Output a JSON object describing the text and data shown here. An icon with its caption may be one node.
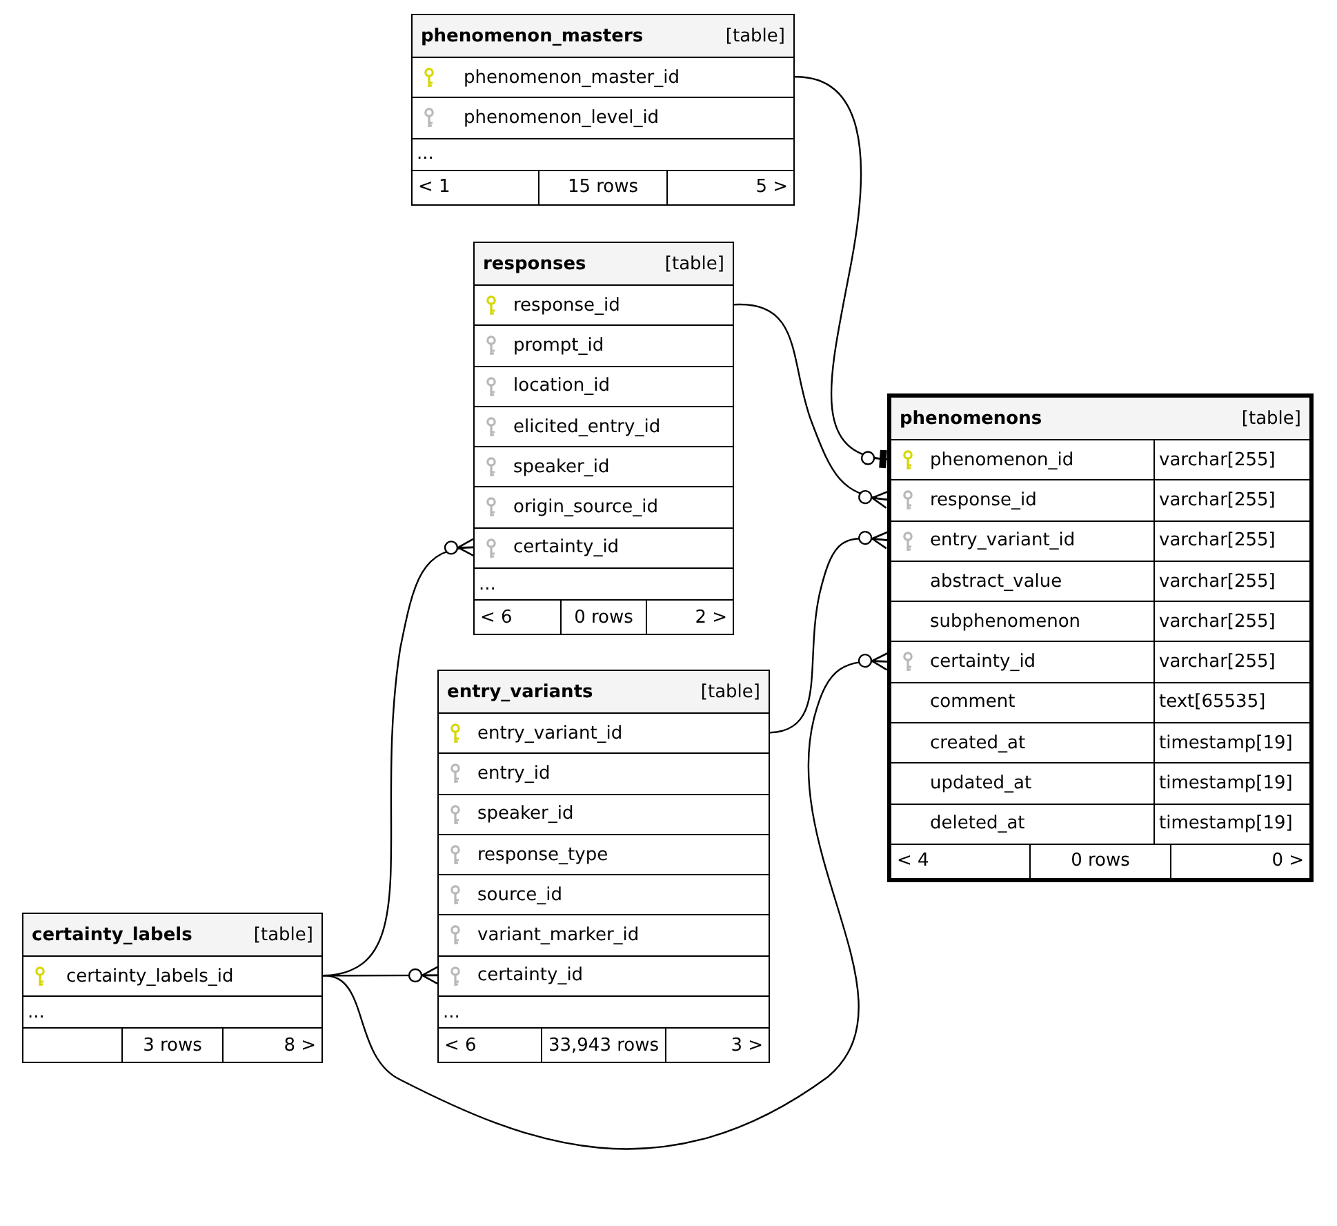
{
  "diagram": {
    "nodes": [
      {
        "text": [
          "phenomenon_masters",
          "[table]"
        ]
      },
      {
        "text": [
          "phenomenon_master_id"
        ],
        "in": 0
      },
      {
        "text": [
          "phenomenon_level_id"
        ],
        "in": 0
      },
      {
        "text": [
          "..."
        ],
        "in": 0
      },
      {
        "text": [
          "< 1",
          "15 rows",
          "5 >"
        ],
        "in": 0
      },
      {
        "text": [
          "responses",
          "[table]"
        ]
      },
      {
        "text": [
          "response_id"
        ],
        "in": 5
      },
      {
        "text": [
          "prompt_id"
        ],
        "in": 5
      },
      {
        "text": [
          "location_id"
        ],
        "in": 5
      },
      {
        "text": [
          "elicited_entry_id"
        ],
        "in": 5
      },
      {
        "text": [
          "speaker_id"
        ],
        "in": 5
      },
      {
        "text": [
          "origin_source_id"
        ],
        "in": 5
      },
      {
        "text": [
          "certainty_id"
        ],
        "in": 5
      },
      {
        "text": [
          "..."
        ],
        "in": 5
      },
      {
        "text": [
          "< 6",
          "0 rows",
          "2 >"
        ],
        "in": 5
      },
      {
        "text": [
          "phenomenons",
          "[table]"
        ]
      },
      {
        "text": [
          "phenomenon_id",
          "varchar[255]"
        ],
        "in": 15
      },
      {
        "text": [
          "response_id",
          "varchar[255]"
        ],
        "in": 15
      },
      {
        "text": [
          "entry_variant_id",
          "varchar[255]"
        ],
        "in": 15
      },
      {
        "text": [
          "abstract_value",
          "varchar[255]"
        ],
        "in": 15
      },
      {
        "text": [
          "subphenomenon",
          "varchar[255]"
        ],
        "in": 15
      },
      {
        "text": [
          "certainty_id",
          "varchar[255]"
        ],
        "in": 15
      },
      {
        "text": [
          "comment",
          "text[65535]"
        ],
        "in": 15
      },
      {
        "text": [
          "created_at",
          "timestamp[19]"
        ],
        "in": 15
      },
      {
        "text": [
          "updated_at",
          "timestamp[19]"
        ],
        "in": 15
      },
      {
        "text": [
          "deleted_at",
          "timestamp[19]"
        ],
        "in": 15
      },
      {
        "text": [
          "< 4",
          "0 rows",
          "0 >"
        ],
        "in": 15
      },
      {
        "text": [
          "entry_variants",
          "[table]"
        ]
      },
      {
        "text": [
          "entry_variant_id"
        ],
        "in": 27
      },
      {
        "text": [
          "entry_id"
        ],
        "in": 27
      },
      {
        "text": [
          "speaker_id"
        ],
        "in": 27
      },
      {
        "text": [
          "response_type"
        ],
        "in": 27
      },
      {
        "text": [
          "source_id"
        ],
        "in": 27
      },
      {
        "text": [
          "variant_marker_id"
        ],
        "in": 27
      },
      {
        "text": [
          "certainty_id"
        ],
        "in": 27
      },
      {
        "text": [
          "..."
        ],
        "in": 27
      },
      {
        "text": [
          "< 6",
          "33,943 rows",
          "3 >"
        ],
        "in": 27
      },
      {
        "text": [
          "certainty_labels",
          "[table]"
        ]
      },
      {
        "text": [
          "certainty_labels_id"
        ],
        "in": 37
      },
      {
        "text": [
          "..."
        ],
        "in": 37
      },
      {
        "text": [
          "3 rows",
          "8 >"
        ],
        "in": 37
      }
    ],
    "edges": [
      {
        "from": 1,
        "to": 16,
        "arrow": "other"
      },
      {
        "from": 6,
        "to": 17,
        "arrow": "other"
      },
      {
        "from": 28,
        "to": 18,
        "arrow": "other"
      },
      {
        "from": 38,
        "to": 21,
        "arrow": "other"
      },
      {
        "from": 38,
        "to": 12,
        "arrow": "other"
      },
      {
        "from": 38,
        "to": 34,
        "arrow": "other"
      }
    ]
  }
}
